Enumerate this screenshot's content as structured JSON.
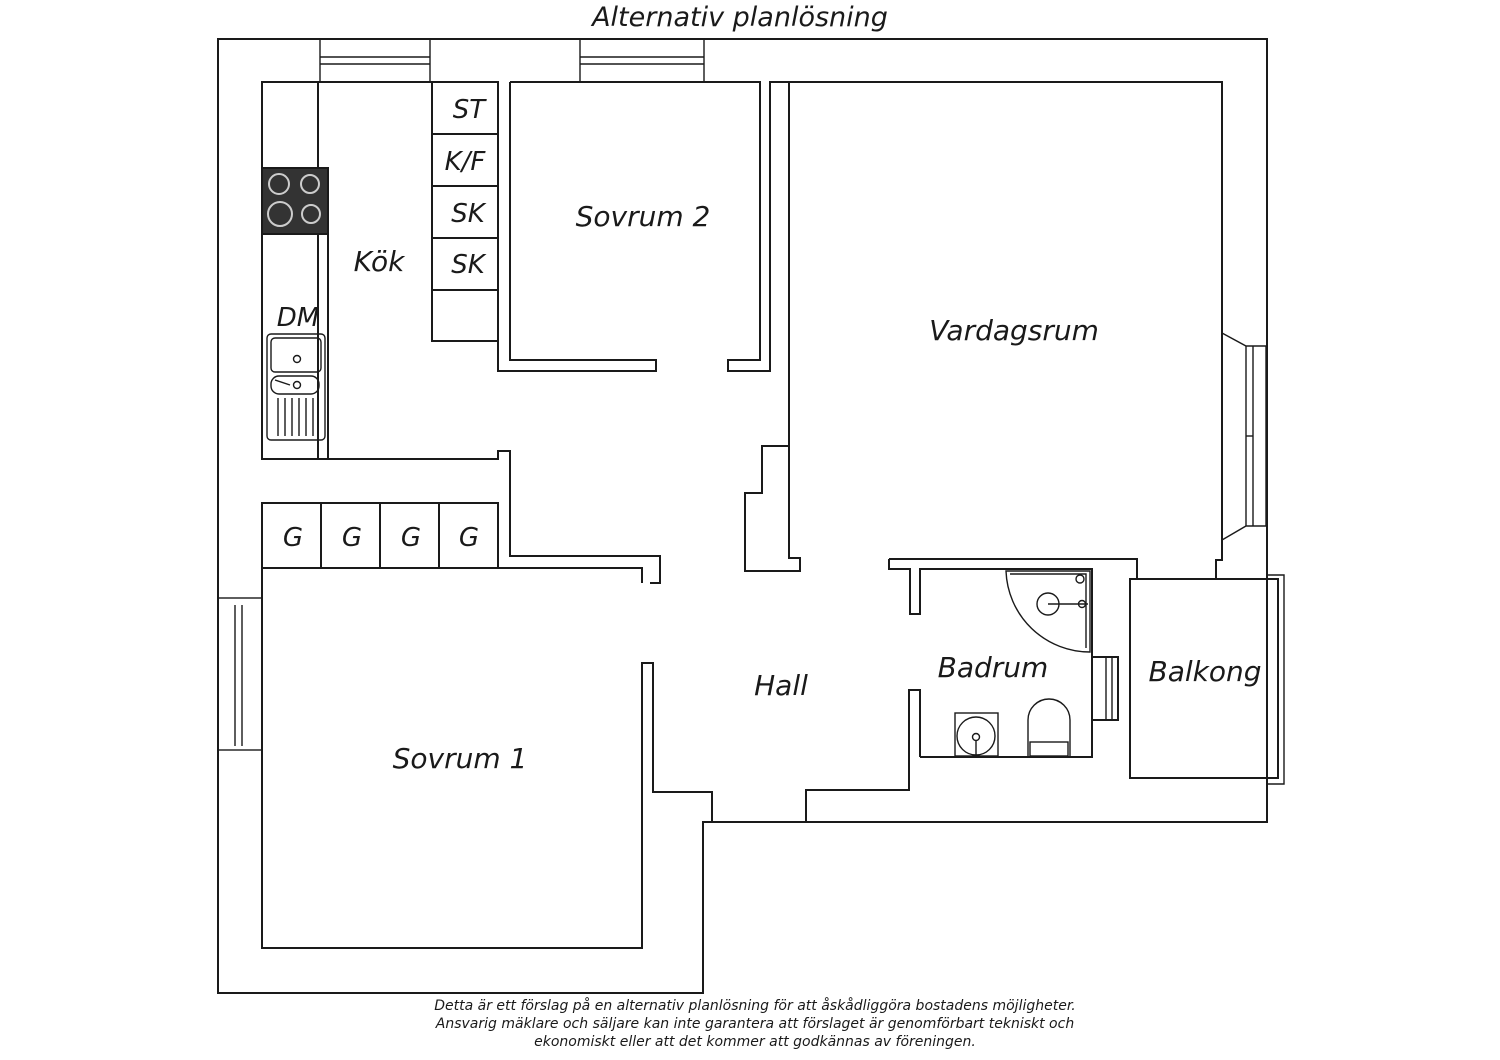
{
  "title": "Alternativ planlösning",
  "rooms": {
    "kok": "Kök",
    "sovrum2": "Sovrum 2",
    "vardagsrum": "Vardagsrum",
    "sovrum1": "Sovrum 1",
    "hall": "Hall",
    "badrum": "Badrum",
    "balkong": "Balkong"
  },
  "kitchen_units": {
    "st": "ST",
    "kf": "K/F",
    "sk1": "SK",
    "sk2": "SK",
    "dm": "DM"
  },
  "wardrobes": [
    "G",
    "G",
    "G",
    "G"
  ],
  "disclaimer": [
    "Detta är ett förslag på en alternativ planlösning för att åskådliggöra bostadens möjligheter.",
    "Ansvarig mäklare och säljare kan inte garantera att förslaget är genomförbart tekniskt och",
    "ekonomiskt eller att det kommer att godkännas av föreningen."
  ]
}
